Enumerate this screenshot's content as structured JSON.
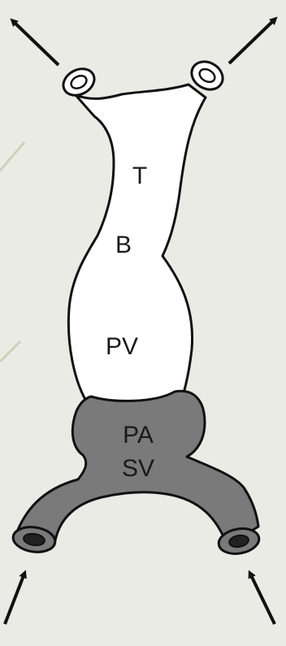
{
  "diagram": {
    "labels": {
      "t": "T",
      "b": "B",
      "pv": "PV",
      "pa": "PA",
      "sv": "SV"
    },
    "colors": {
      "background": "#ebebe6",
      "light_region": "#ffffff",
      "dark_region": "#7a7a7a",
      "outline": "#111111"
    }
  }
}
